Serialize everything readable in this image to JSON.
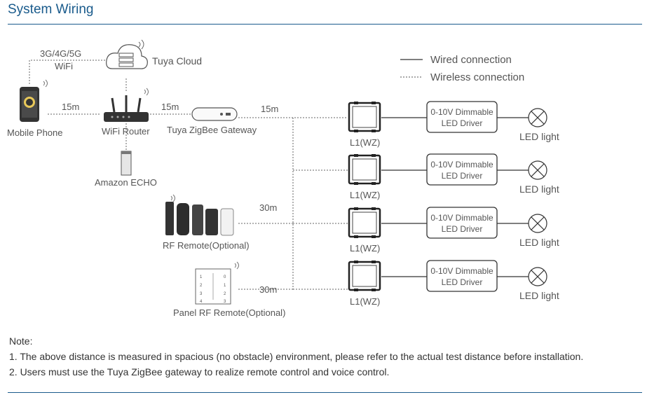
{
  "title": "System Wiring",
  "legend": {
    "wired": "Wired connection",
    "wireless": "Wireless connection"
  },
  "labels": {
    "network": "3G/4G/5G",
    "wifi": "WiFi",
    "cloud": "Tuya Cloud",
    "phone": "Mobile Phone",
    "router": "WiFi Router",
    "gateway": "Tuya ZigBee Gateway",
    "echo": "Amazon ECHO",
    "rf_remote": "RF Remote(Optional)",
    "panel_remote": "Panel RF Remote(Optional)"
  },
  "distances": {
    "phone_router": "15m",
    "router_gateway": "15m",
    "gateway_receivers": "15m",
    "rf_remote": "30m",
    "panel_remote": "30m"
  },
  "rows": [
    {
      "receiver": "L1(WZ)",
      "driver_line1": "0-10V Dimmable",
      "driver_line2": "LED Driver",
      "light": "LED light"
    },
    {
      "receiver": "L1(WZ)",
      "driver_line1": "0-10V Dimmable",
      "driver_line2": "LED Driver",
      "light": "LED light"
    },
    {
      "receiver": "L1(WZ)",
      "driver_line1": "0-10V Dimmable",
      "driver_line2": "LED Driver",
      "light": "LED light"
    },
    {
      "receiver": "L1(WZ)",
      "driver_line1": "0-10V Dimmable",
      "driver_line2": "LED Driver",
      "light": "LED light"
    }
  ],
  "notes": {
    "heading": "Note:",
    "items": [
      "1. The above distance is measured in spacious (no obstacle) environment, please refer to the actual test distance before installation.",
      "2. Users must use the Tuya ZigBee gateway to realize remote control and voice control."
    ]
  }
}
